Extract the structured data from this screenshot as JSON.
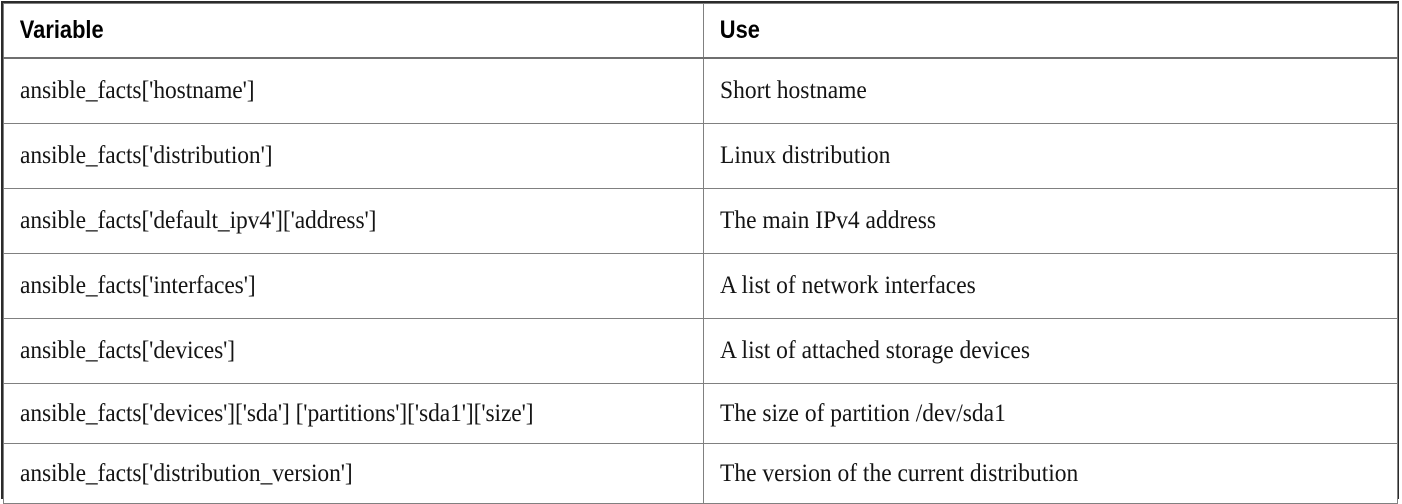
{
  "table": {
    "columns": [
      {
        "key": "variable",
        "header": "Variable"
      },
      {
        "key": "use",
        "header": "Use"
      }
    ],
    "rows": [
      {
        "variable": "ansible_facts['hostname']",
        "use": "Short hostname"
      },
      {
        "variable": "ansible_facts['distribution']",
        "use": "Linux distribution"
      },
      {
        "variable": "ansible_facts['default_ipv4']['address']",
        "use": "The main IPv4 address"
      },
      {
        "variable": "ansible_facts['interfaces']",
        "use": "A list of network interfaces"
      },
      {
        "variable": "ansible_facts['devices']",
        "use": "A list of attached storage devices"
      },
      {
        "variable": "ansible_facts['devices']['sda'] ['partitions']['sda1']['size']",
        "use": "The size of partition /dev/sda1"
      },
      {
        "variable": "ansible_facts['distribution_version']",
        "use": "The version of the current distribution"
      }
    ]
  },
  "style": {
    "outer_border_color": "#2b2b2b",
    "grid_line_color": "#808080",
    "background_color": "#ffffff",
    "text_color": "#141414",
    "header_text_color": "#000000"
  }
}
